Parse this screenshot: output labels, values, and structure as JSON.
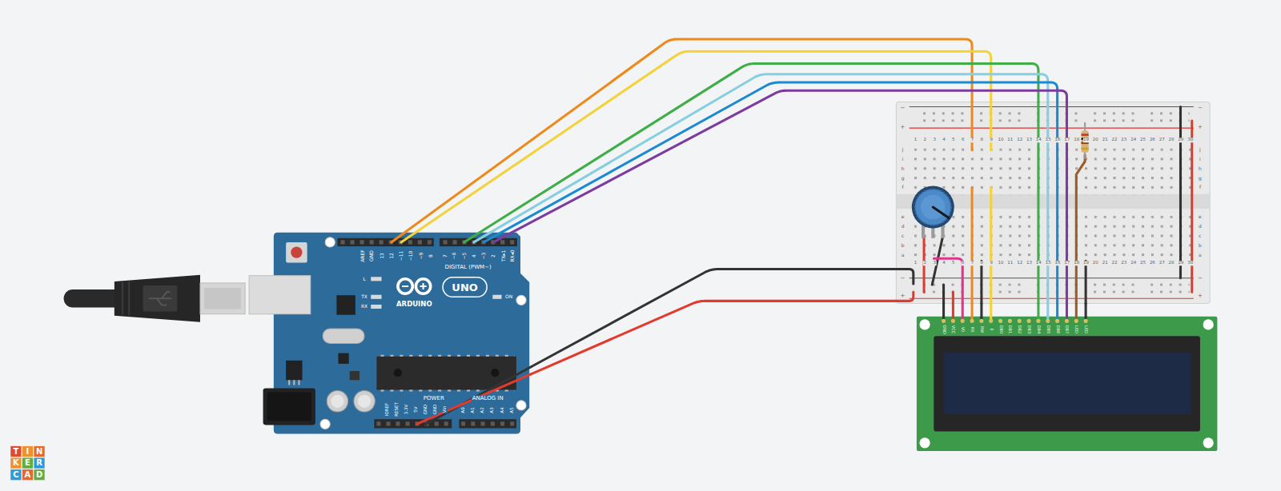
{
  "diagram": {
    "nodes": [
      {
        "text": [
          "AREF",
          "GND",
          "13",
          "12",
          "~11",
          "~10",
          "~9",
          "8",
          "7",
          "~6",
          "~5",
          "4",
          "~3",
          "2",
          "TX▸1",
          "RX◂0",
          "DIGITAL (PWM~)",
          "L",
          "TX",
          "RX",
          "UNO",
          "ON",
          "ARDUINO",
          "IOREF",
          "RESET",
          "3.3V",
          "5V",
          "GND",
          "GND",
          "Vin",
          "POWER",
          "ANALOG IN",
          "A0",
          "A1",
          "A2",
          "A3",
          "A4",
          "A5"
        ]
      },
      {
        "text": [
          "−",
          "−",
          "+",
          "+",
          "1",
          "2",
          "3",
          "4",
          "5",
          "6",
          "7",
          "8",
          "9",
          "10",
          "11",
          "12",
          "13",
          "14",
          "15",
          "16",
          "17",
          "18",
          "19",
          "20",
          "21",
          "22",
          "23",
          "24",
          "25",
          "26",
          "27",
          "28",
          "29",
          "30",
          "j",
          "i",
          "h",
          "g",
          "f",
          "j",
          "i",
          "h",
          "g",
          "f",
          "e",
          "d",
          "c",
          "b",
          "a",
          "e",
          "d",
          "c",
          "b",
          "a",
          "1",
          "2",
          "3",
          "4",
          "5",
          "6",
          "7",
          "8",
          "9",
          "10",
          "11",
          "12",
          "13",
          "14",
          "15",
          "16",
          "17",
          "18",
          "19",
          "20",
          "21",
          "22",
          "23",
          "24",
          "25",
          "26",
          "27",
          "28",
          "29",
          "30",
          "−",
          "−",
          "+",
          "+"
        ]
      },
      {
        "text": [
          "GND",
          "VCC",
          "V0",
          "RS",
          "RW",
          "E",
          "DB0",
          "DB1",
          "DB2",
          "DB3",
          "DB4",
          "DB5",
          "DB6",
          "DB7",
          "LED",
          "LED"
        ]
      }
    ],
    "edges": [
      {
        "from": 0,
        "to": 1,
        "arrow": "none"
      },
      {
        "from": 0,
        "to": 1,
        "arrow": "none"
      },
      {
        "from": 0,
        "to": 1,
        "arrow": "none"
      },
      {
        "from": 0,
        "to": 1,
        "arrow": "none"
      },
      {
        "from": 0,
        "to": 1,
        "arrow": "none"
      },
      {
        "from": 0,
        "to": 1,
        "arrow": "none"
      },
      {
        "from": 0,
        "to": 1,
        "arrow": "none"
      },
      {
        "from": 0,
        "to": 1,
        "arrow": "none"
      },
      {
        "from": 1,
        "to": 2,
        "arrow": "none"
      },
      {
        "from": 1,
        "to": 2,
        "arrow": "none"
      },
      {
        "from": 1,
        "to": 2,
        "arrow": "none"
      },
      {
        "from": 1,
        "to": 2,
        "arrow": "none"
      },
      {
        "from": 1,
        "to": 2,
        "arrow": "none"
      },
      {
        "from": 1,
        "to": 2,
        "arrow": "none"
      },
      {
        "from": 1,
        "to": 2,
        "arrow": "none"
      },
      {
        "from": 1,
        "to": 2,
        "arrow": "none"
      },
      {
        "from": 1,
        "to": 2,
        "arrow": "none"
      },
      {
        "from": 1,
        "to": 2,
        "arrow": "none"
      },
      {
        "from": 1,
        "to": 2,
        "arrow": "none"
      },
      {
        "from": 1,
        "to": 2,
        "arrow": "none"
      }
    ],
    "labels": [
      "T",
      "I",
      "N",
      "K",
      "E",
      "R",
      "C",
      "A",
      "D"
    ]
  }
}
